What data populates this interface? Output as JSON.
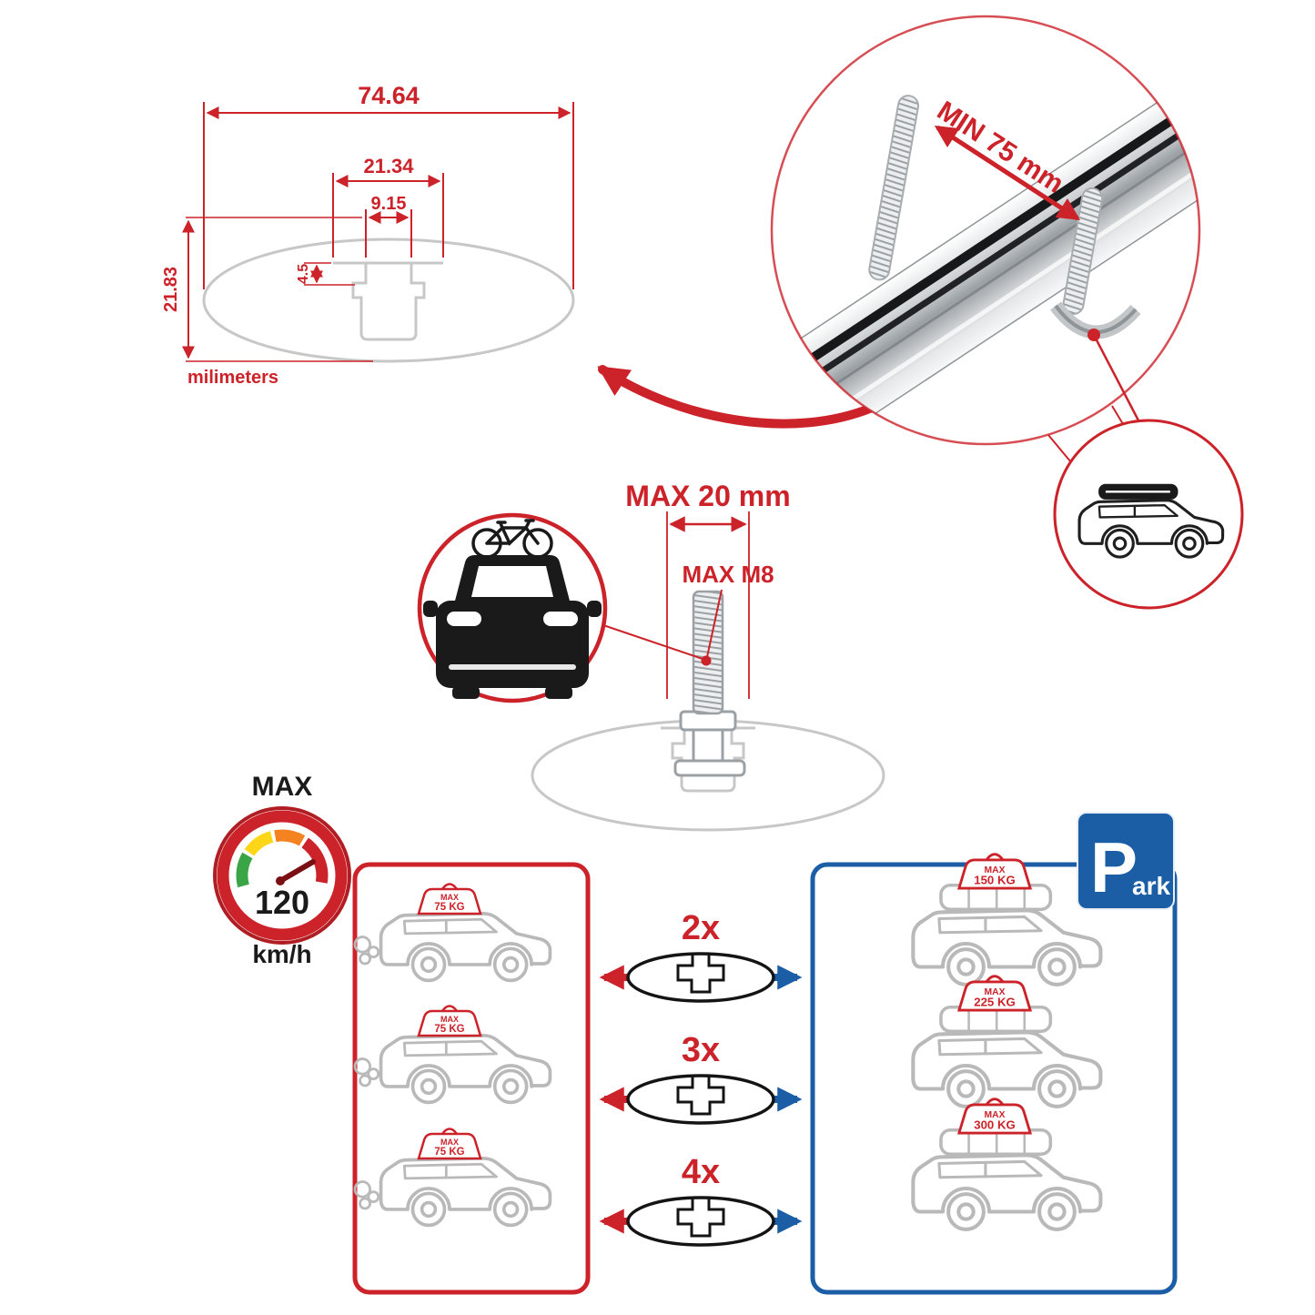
{
  "colors": {
    "red": "#cc2229",
    "blue": "#1b5ea6",
    "gray_line": "#c7c7c7",
    "ink": "#1a1a1a"
  },
  "cross_section": {
    "dim_total_width": "74.64",
    "dim_slot_outer": "21.34",
    "dim_slot_inner": "9.15",
    "dim_lip_depth": "4.5",
    "dim_total_height": "21.83",
    "units_label": "milimeters"
  },
  "clamp_detail": {
    "min_clearance_label": "MIN 75 mm"
  },
  "bolt_detail": {
    "max_length_label": "MAX 20 mm",
    "max_thread_label": "MAX M8"
  },
  "speed_limit": {
    "label": "MAX",
    "value": "120",
    "unit": "km/h"
  },
  "parking_sign": {
    "big_letter": "P",
    "rest": "ark"
  },
  "driving_panel": {
    "cars": [
      {
        "tag_line1": "MAX",
        "tag_line2": "75 KG"
      },
      {
        "tag_line1": "MAX",
        "tag_line2": "75 KG"
      },
      {
        "tag_line1": "MAX",
        "tag_line2": "75 KG"
      }
    ]
  },
  "crossbar_options": [
    {
      "count_label": "2x"
    },
    {
      "count_label": "3x"
    },
    {
      "count_label": "4x"
    }
  ],
  "parked_panel": {
    "cars": [
      {
        "tag_line1": "MAX",
        "tag_line2": "150 KG"
      },
      {
        "tag_line1": "MAX",
        "tag_line2": "225 KG"
      },
      {
        "tag_line1": "MAX",
        "tag_line2": "300 KG"
      }
    ]
  }
}
